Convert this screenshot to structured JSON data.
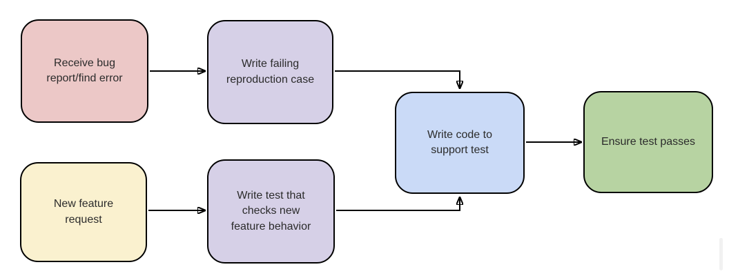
{
  "canvas": {
    "background": "#ffffff",
    "line_color": "#000000",
    "text_color": "#2b2b2b"
  },
  "nodes": {
    "receive_bug": {
      "label": "Receive bug\nreport/find error",
      "fill": "#ecc8c7"
    },
    "write_failing": {
      "label": "Write failing\nreproduction case",
      "fill": "#d6d0e7"
    },
    "new_feature": {
      "label": "New feature\nrequest",
      "fill": "#faf1cf"
    },
    "write_test": {
      "label": "Write test that\nchecks new\nfeature behavior",
      "fill": "#d6d0e7"
    },
    "write_code": {
      "label": "Write code to\nsupport test",
      "fill": "#cadaf7"
    },
    "ensure_pass": {
      "label": "Ensure test passes",
      "fill": "#b7d3a2"
    }
  }
}
